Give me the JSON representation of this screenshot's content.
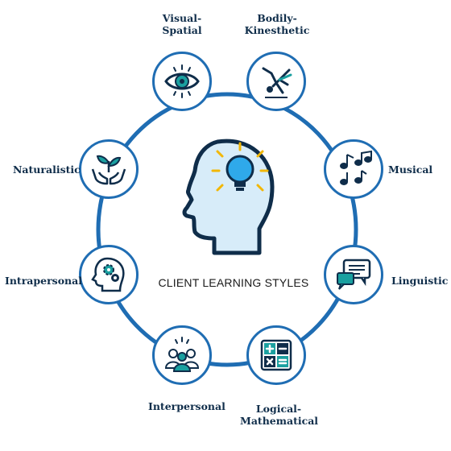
{
  "title": "CLIENT LEARNING STYLES",
  "colors": {
    "ring": "#1f6db3",
    "navy": "#0f2d4a",
    "teal": "#1aa0a0",
    "light_blue": "#d7ecf9",
    "bulb": "#2fa9ea"
  },
  "styles": [
    {
      "key": "visual",
      "line1": "Visual-",
      "line2": "Spatial",
      "icon": "eye-icon"
    },
    {
      "key": "bodily",
      "line1": "Bodily-",
      "line2": "Kinesthetic",
      "icon": "gymnast-icon"
    },
    {
      "key": "musical",
      "line1": "Musical",
      "icon": "music-notes-icon"
    },
    {
      "key": "linguistic",
      "line1": "Linguistic",
      "icon": "speech-bubbles-icon"
    },
    {
      "key": "logical",
      "line1": "Logical-",
      "line2": "Mathematical",
      "icon": "calculator-icon"
    },
    {
      "key": "interpersonal",
      "line1": "Interpersonal",
      "icon": "people-group-icon"
    },
    {
      "key": "intrapersonal",
      "line1": "Intrapersonal",
      "icon": "head-gears-icon"
    },
    {
      "key": "naturalistic",
      "line1": "Naturalistic",
      "icon": "hands-plant-icon"
    }
  ]
}
